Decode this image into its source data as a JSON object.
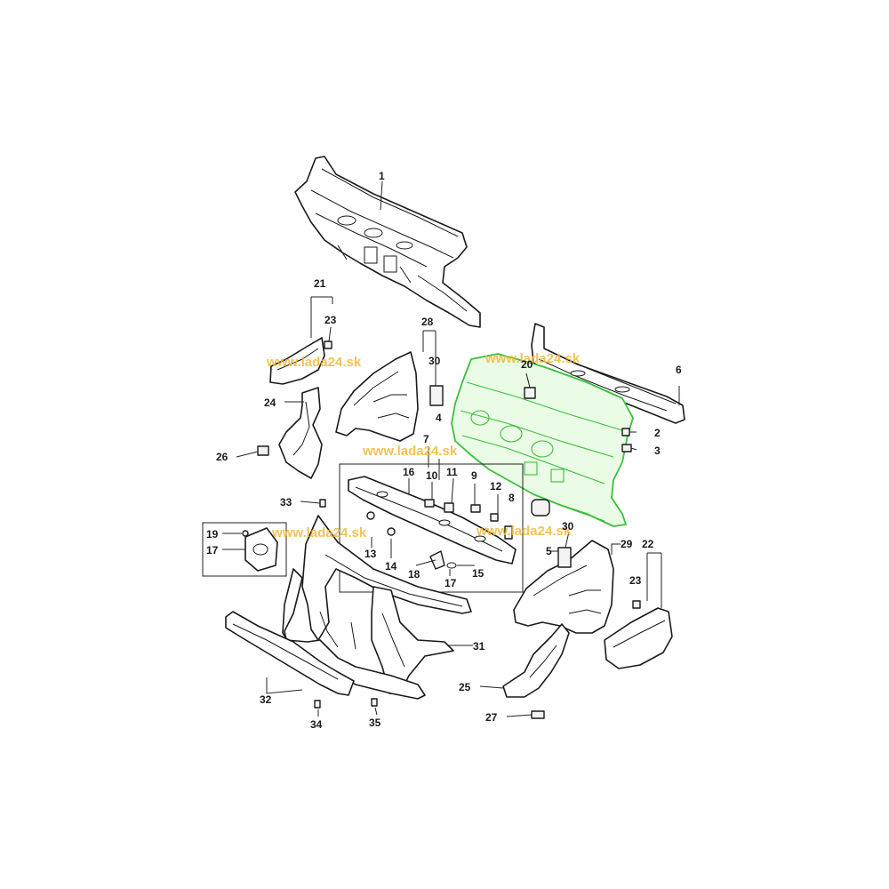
{
  "watermark": "www.lada24.sk",
  "highlight_color": "#3bbf3b",
  "watermark_color": "#f0b838",
  "callouts": {
    "c1": "1",
    "c2": "2",
    "c3": "3",
    "c4": "4",
    "c5": "5",
    "c6": "6",
    "c7": "7",
    "c8": "8",
    "c9": "9",
    "c10": "10",
    "c11": "11",
    "c12": "12",
    "c13": "13",
    "c14": "14",
    "c15": "15",
    "c16": "16",
    "c17a": "17",
    "c17b": "17",
    "c18": "18",
    "c19": "19",
    "c20": "20",
    "c21": "21",
    "c22": "22",
    "c23a": "23",
    "c23b": "23",
    "c24": "24",
    "c25": "25",
    "c26": "26",
    "c27": "27",
    "c28": "28",
    "c29": "29",
    "c30a": "30",
    "c30b": "30",
    "c31": "31",
    "c32": "32",
    "c33": "33",
    "c34": "34",
    "c35": "35"
  }
}
